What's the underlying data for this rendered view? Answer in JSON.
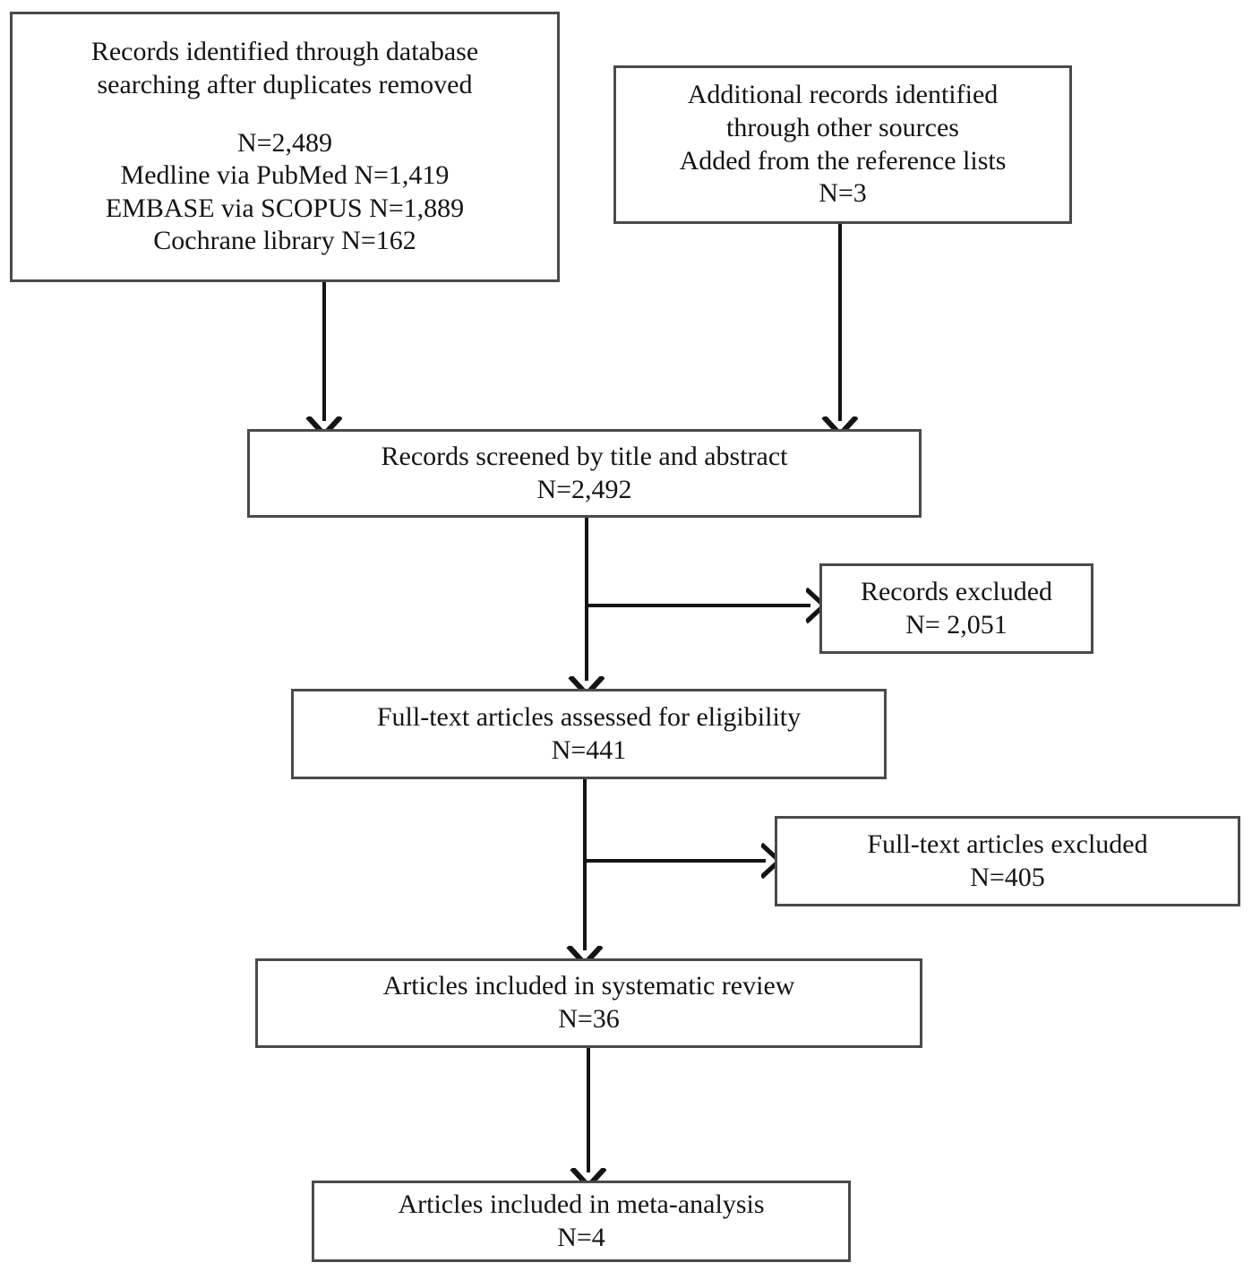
{
  "diagram": {
    "title": "PRISMA study selection flow diagram",
    "type": "flowchart",
    "stroke_color": "#4a4a4a",
    "arrow_color": "#141414",
    "background_color": "#ffffff",
    "text_color": "#141414"
  },
  "nodes": {
    "identified": {
      "lines": [
        "Records identified through database",
        "searching after duplicates removed",
        "",
        "N=2,489",
        "Medline via PubMed N=1,419",
        "EMBASE via SCOPUS N=1,889",
        "Cochrane library N=162"
      ],
      "count": "N=2,489",
      "sources": [
        {
          "name": "Medline via PubMed",
          "count": "N=1,419",
          "value": 1419
        },
        {
          "name": "EMBASE via SCOPUS",
          "count": "N=1,889",
          "value": 1889
        },
        {
          "name": "Cochrane library",
          "count": "N=162",
          "value": 162
        }
      ]
    },
    "additional": {
      "lines": [
        "Additional records identified",
        "through other sources",
        "Added from the reference lists",
        "N=3"
      ],
      "count": "N=3",
      "value": 3
    },
    "screened": {
      "lines": [
        "Records screened by title and abstract",
        "N=2,492"
      ],
      "count": "N=2,492",
      "value": 2492
    },
    "records_excluded": {
      "lines": [
        "Records excluded",
        "N= 2,051"
      ],
      "count": "N= 2,051",
      "value": 2051
    },
    "eligibility": {
      "lines": [
        "Full‐text articles assessed for eligibility",
        "N=441"
      ],
      "count": "N=441",
      "value": 441
    },
    "fulltext_excluded": {
      "lines": [
        "Full‐text articles excluded",
        "N=405"
      ],
      "count": "N=405",
      "value": 405
    },
    "systematic": {
      "lines": [
        "Articles included in systematic review",
        "N=36"
      ],
      "count": "N=36",
      "value": 36
    },
    "meta": {
      "lines": [
        "Articles included in meta-analysis",
        "N=4"
      ],
      "count": "N=4",
      "value": 4
    }
  },
  "edges": [
    {
      "from": "identified",
      "to": "screened",
      "direction": "down"
    },
    {
      "from": "additional",
      "to": "screened",
      "direction": "down"
    },
    {
      "from": "screened",
      "to": "eligibility",
      "direction": "down"
    },
    {
      "from": "screened",
      "to": "records_excluded",
      "direction": "right"
    },
    {
      "from": "eligibility",
      "to": "systematic",
      "direction": "down"
    },
    {
      "from": "eligibility",
      "to": "fulltext_excluded",
      "direction": "right"
    },
    {
      "from": "systematic",
      "to": "meta",
      "direction": "down"
    }
  ]
}
